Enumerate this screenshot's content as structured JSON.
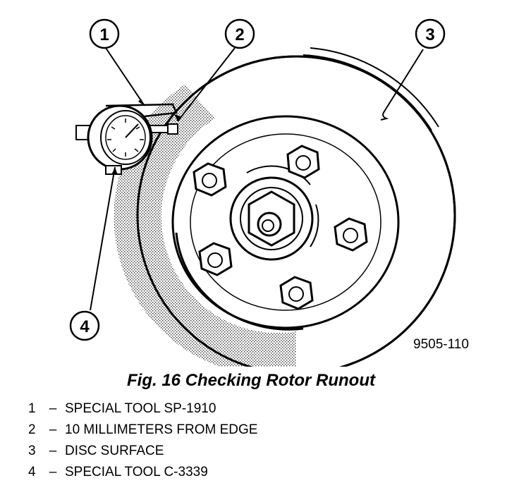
{
  "figure": {
    "callouts": [
      "1",
      "2",
      "3",
      "4"
    ],
    "figure_id": "9505-110"
  },
  "caption": "Fig. 16 Checking Rotor Runout",
  "legend": [
    {
      "num": "1",
      "sep": "–",
      "text": "SPECIAL TOOL SP-1910"
    },
    {
      "num": "2",
      "sep": "–",
      "text": "10 MILLIMETERS FROM EDGE"
    },
    {
      "num": "3",
      "sep": "–",
      "text": "DISC SURFACE"
    },
    {
      "num": "4",
      "sep": "–",
      "text": "SPECIAL TOOL C-3339"
    }
  ]
}
